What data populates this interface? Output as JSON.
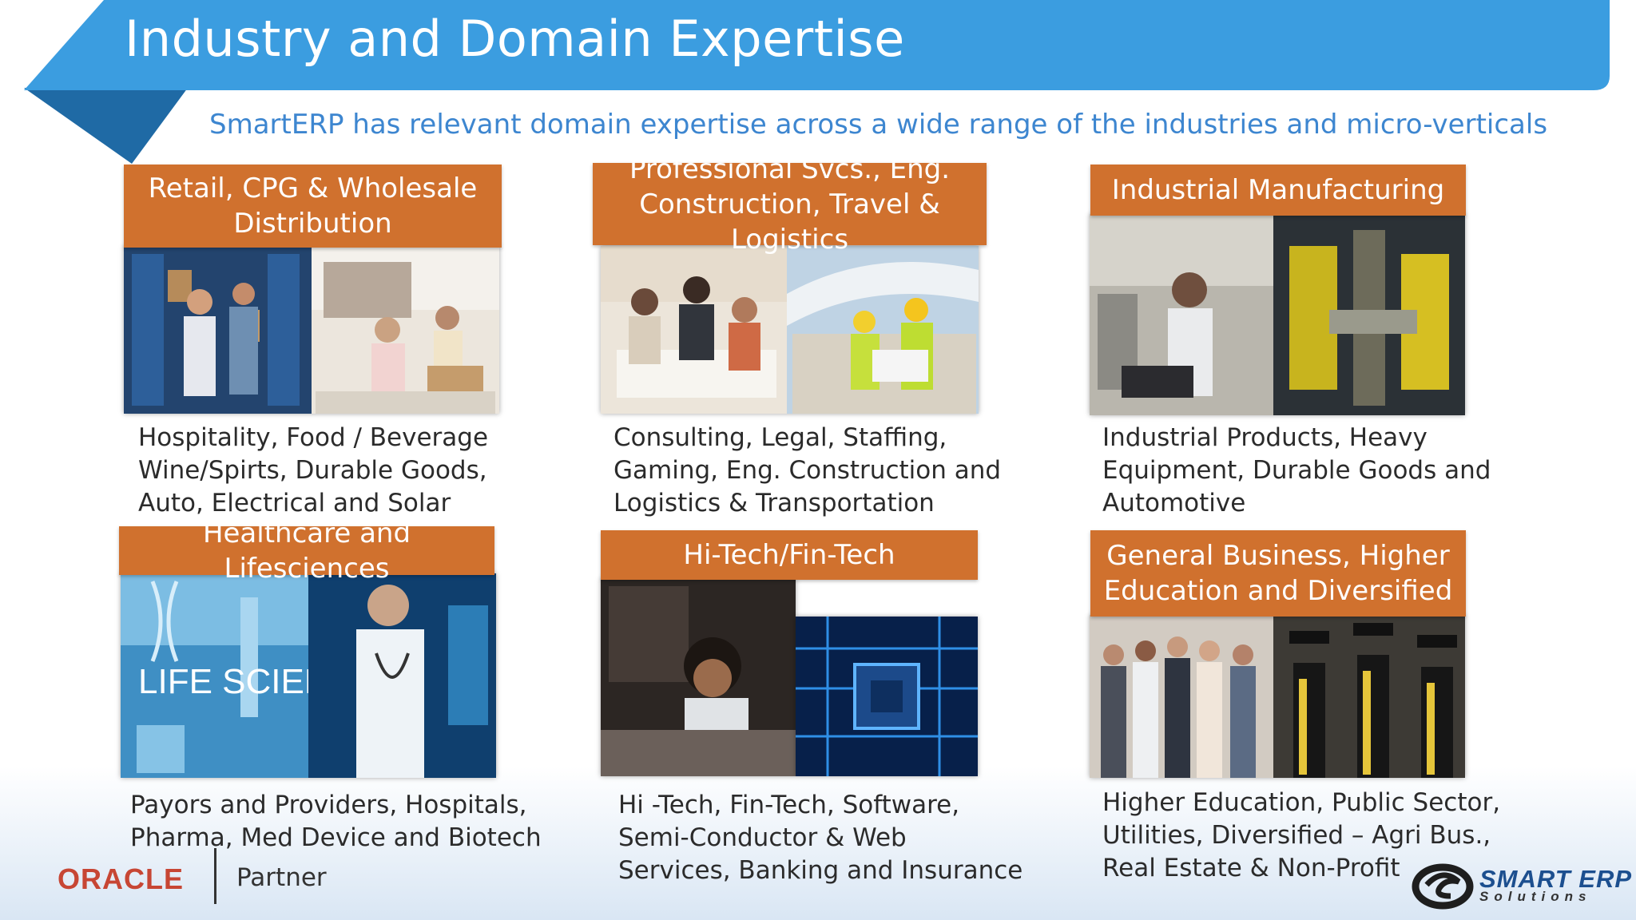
{
  "title": "Industry and Domain Expertise",
  "subtitle": "SmartERP has relevant domain expertise across a wide range of the industries and micro-verticals",
  "colors": {
    "banner": "#3b9de0",
    "banner_dark": "#1f6aa5",
    "card_header": "#d0712e",
    "subtitle": "#3d86d0"
  },
  "cards": [
    {
      "header": "Retail, CPG & Wholesale Distribution",
      "description": "Hospitality, Food / Beverage\nWine/Spirts, Durable Goods,\nAuto, Electrical and Solar"
    },
    {
      "header": "Professional Svcs., Eng. Construction, Travel & Logistics",
      "description": "Consulting, Legal, Staffing,\nGaming, Eng. Construction and\nLogistics & Transportation"
    },
    {
      "header": "Industrial Manufacturing",
      "description": "Industrial Products, Heavy\nEquipment, Durable Goods and\nAutomotive"
    },
    {
      "header": "Healthcare and Lifesciences",
      "description": "Payors and Providers, Hospitals,\nPharma, Med Device and Biotech",
      "image_text": "LIFE SCIENCE"
    },
    {
      "header": "Hi-Tech/Fin-Tech",
      "description": "Hi -Tech, Fin-Tech, Software,\nSemi-Conductor & Web\nServices, Banking and Insurance"
    },
    {
      "header": "General Business, Higher Education and Diversified",
      "description": "Higher Education, Public Sector,\nUtilities, Diversified – Agri Bus.,\nReal Estate & Non-Profit"
    }
  ],
  "footer": {
    "oracle_logo": "ORACLE",
    "partner": "Partner",
    "smart_logo_main": "SMART ERP",
    "smart_logo_sub": "Solutions"
  }
}
